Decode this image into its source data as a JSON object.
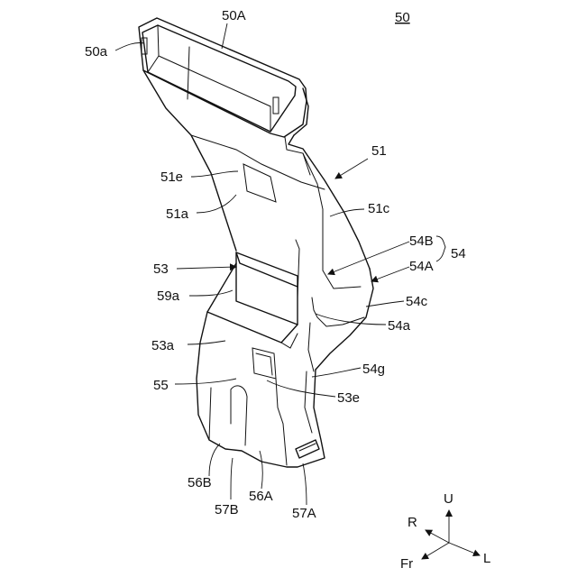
{
  "figure_number": "50",
  "labels": {
    "l50A": "50A",
    "l50a": "50a",
    "l51": "51",
    "l51e": "51e",
    "l51a": "51a",
    "l51c": "51c",
    "l54B": "54B",
    "l54": "54",
    "l54A": "54A",
    "l53": "53",
    "l59a": "59a",
    "l54c": "54c",
    "l54a": "54a",
    "l53a": "53a",
    "l54g": "54g",
    "l55": "55",
    "l53e": "53e",
    "l56B": "56B",
    "l56A": "56A",
    "l57B": "57B",
    "l57A": "57A"
  },
  "axes": {
    "up": "U",
    "right": "R",
    "left": "L",
    "front": "Fr"
  }
}
